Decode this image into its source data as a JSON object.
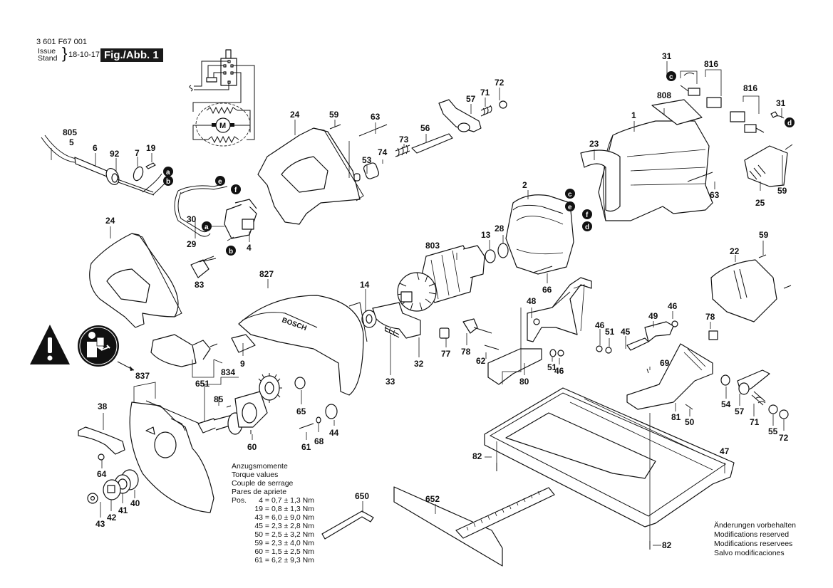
{
  "header": {
    "part_number": "3 601 F67 001",
    "issue_label": "Issue",
    "stand_label": "Stand",
    "date": "18-10-17",
    "figure_label": "Fig./Abb. 1"
  },
  "torque": {
    "heading_lines": [
      "Anzugsmomente",
      "Torque values",
      "Couple de serrage",
      "Pares de apriete"
    ],
    "pos_label": "Pos.",
    "values": [
      {
        "pos": "4",
        "value": "0,7 ± 1,3 Nm"
      },
      {
        "pos": "19",
        "value": "0,8 ± 1,3 Nm"
      },
      {
        "pos": "43",
        "value": "6,0 ± 9,0 Nm"
      },
      {
        "pos": "45",
        "value": "2,3 ± 2,8 Nm"
      },
      {
        "pos": "50",
        "value": "2,5 ± 3,2 Nm"
      },
      {
        "pos": "59",
        "value": "2,3 ± 4,0 Nm"
      },
      {
        "pos": "60",
        "value": "1,5 ± 2,5 Nm"
      },
      {
        "pos": "61",
        "value": "6,2 ± 9,3 Nm"
      }
    ]
  },
  "notes": [
    "Änderungen vorbehalten",
    "Modifications reserved",
    "Modifications reservees",
    "Salvo modificaciones"
  ],
  "brand_on_guard": "BOSCH",
  "motor_symbol": "M",
  "part_labels": {
    "p805": "805",
    "p5": "5",
    "p6": "6",
    "p92": "92",
    "p7": "7",
    "p19": "19",
    "p24a": "24",
    "p24b": "24",
    "p59a": "59",
    "p63a": "63",
    "p56": "56",
    "p57a": "57",
    "p71a": "71",
    "p72a": "72",
    "p73": "73",
    "p74": "74",
    "p53": "53",
    "p31a": "31",
    "p816a": "816",
    "p816b": "816",
    "p31b": "31",
    "p808": "808",
    "p1": "1",
    "p23": "23",
    "p63b": "63",
    "p25": "25",
    "p59b": "59",
    "p2": "2",
    "p30": "30",
    "p29": "29",
    "p4": "4",
    "p83": "83",
    "p803": "803",
    "p13": "13",
    "p28": "28",
    "p66": "66",
    "p14": "14",
    "p33": "33",
    "p32": "32",
    "p77": "77",
    "p78a": "78",
    "p62": "62",
    "p48": "48",
    "p80": "80",
    "p51a": "51",
    "p46a": "46",
    "p59c": "59",
    "p22": "22",
    "p46b": "46",
    "p51b": "51",
    "p45": "45",
    "p49": "49",
    "p46c": "46",
    "p78b": "78",
    "p69": "69",
    "p54": "54",
    "p57b": "57",
    "p71b": "71",
    "p55": "55",
    "p72b": "72",
    "p81": "81",
    "p50": "50",
    "p47": "47",
    "p82a": "82",
    "p82b": "82",
    "p827": "827",
    "p9": "9",
    "p651": "651",
    "p834": "834",
    "p85": "85",
    "p65": "65",
    "p44": "44",
    "p68": "68",
    "p61": "61",
    "p60": "60",
    "p837": "837",
    "p38": "38",
    "p64": "64",
    "p43": "43",
    "p42": "42",
    "p41": "41",
    "p40": "40",
    "p650": "650",
    "p652": "652"
  },
  "wire_markers": {
    "a1": "a",
    "b1": "b",
    "e1": "e",
    "f1": "f",
    "a2": "a",
    "b2": "b",
    "c1": "c",
    "d1": "d",
    "c2": "c",
    "e2": "e",
    "f2": "f",
    "d2": "d"
  },
  "safety_icons": [
    "warning-triangle",
    "read-manual"
  ]
}
